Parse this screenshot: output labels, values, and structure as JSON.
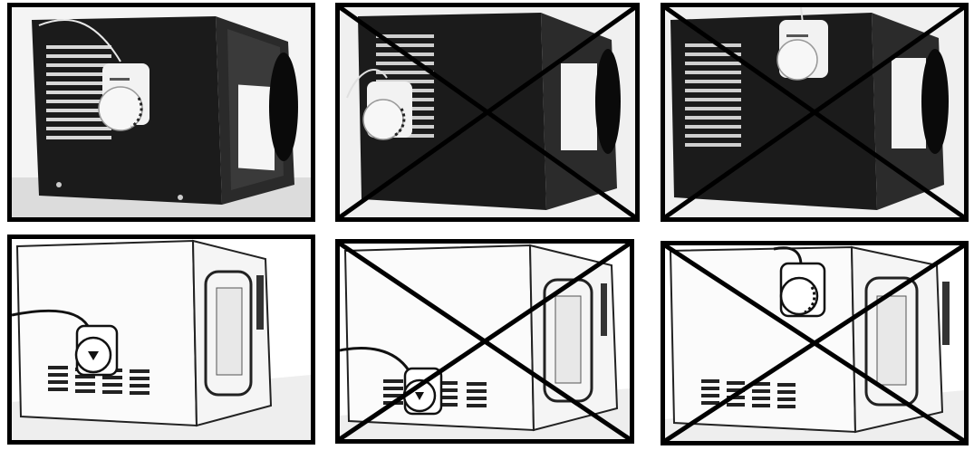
{
  "figure": {
    "panels": [
      {
        "row": "top",
        "column": 1,
        "microwave": "black",
        "device_placement": "side-panel-middle-over-vents",
        "crossed_out": false
      },
      {
        "row": "top",
        "column": 2,
        "microwave": "black",
        "device_placement": "side-panel-low-front-edge",
        "crossed_out": true
      },
      {
        "row": "top",
        "column": 3,
        "microwave": "black",
        "device_placement": "side-panel-top-front-edge",
        "crossed_out": true
      },
      {
        "row": "bottom",
        "column": 1,
        "microwave": "white",
        "device_placement": "side-panel-middle-above-vents",
        "crossed_out": false
      },
      {
        "row": "bottom",
        "column": 2,
        "microwave": "white",
        "device_placement": "side-panel-low-over-vents",
        "crossed_out": true
      },
      {
        "row": "bottom",
        "column": 3,
        "microwave": "white",
        "device_placement": "side-panel-top-front-edge",
        "crossed_out": true
      }
    ],
    "colors": {
      "frame": "#000000",
      "black_oven": "#1b1b1b",
      "white_oven": "#fbfbfb",
      "device": "#f2f2f2"
    },
    "icons": [
      "microwave-oven-icon",
      "dial-device-icon",
      "cross-mark-icon"
    ]
  }
}
